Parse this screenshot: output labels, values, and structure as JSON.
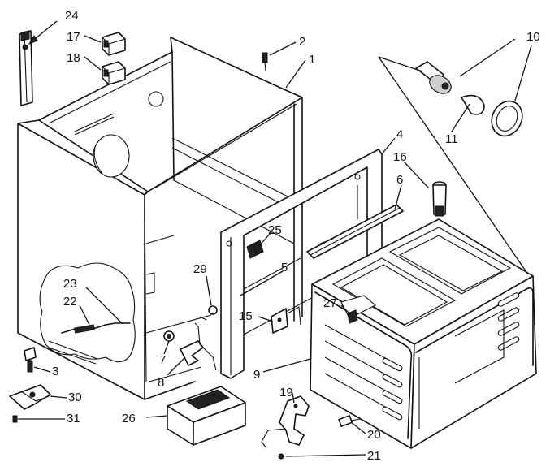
{
  "callouts": [
    {
      "id": "c24",
      "text": "24"
    },
    {
      "id": "c17",
      "text": "17"
    },
    {
      "id": "c18",
      "text": "18"
    },
    {
      "id": "c2",
      "text": "2"
    },
    {
      "id": "c1",
      "text": "1"
    },
    {
      "id": "c10",
      "text": "10"
    },
    {
      "id": "c11",
      "text": "11"
    },
    {
      "id": "c4",
      "text": "4"
    },
    {
      "id": "c16",
      "text": "16"
    },
    {
      "id": "c6",
      "text": "6"
    },
    {
      "id": "c25",
      "text": "25"
    },
    {
      "id": "c5",
      "text": "5"
    },
    {
      "id": "c29",
      "text": "29"
    },
    {
      "id": "c23",
      "text": "23"
    },
    {
      "id": "c22",
      "text": "22"
    },
    {
      "id": "c27",
      "text": "27"
    },
    {
      "id": "c15",
      "text": "15"
    },
    {
      "id": "c7",
      "text": "7"
    },
    {
      "id": "c3",
      "text": "3"
    },
    {
      "id": "c8",
      "text": "8"
    },
    {
      "id": "c9",
      "text": "9"
    },
    {
      "id": "c30",
      "text": "30"
    },
    {
      "id": "c19",
      "text": "19"
    },
    {
      "id": "c31",
      "text": "31"
    },
    {
      "id": "c26",
      "text": "26"
    },
    {
      "id": "c20",
      "text": "20"
    },
    {
      "id": "c21",
      "text": "21"
    }
  ]
}
